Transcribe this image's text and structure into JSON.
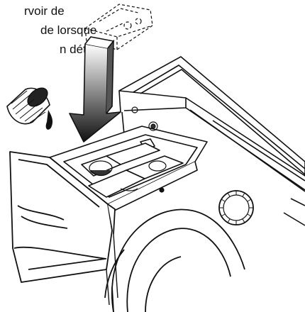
{
  "caption": {
    "line1": "rvoir de",
    "line2": "de lorsque",
    "line3": "n déter-"
  },
  "illustration": {
    "line_color": "#111111",
    "arrow_gradient": [
      "#ffffff",
      "#111111"
    ],
    "liquid_color": "#111111"
  }
}
